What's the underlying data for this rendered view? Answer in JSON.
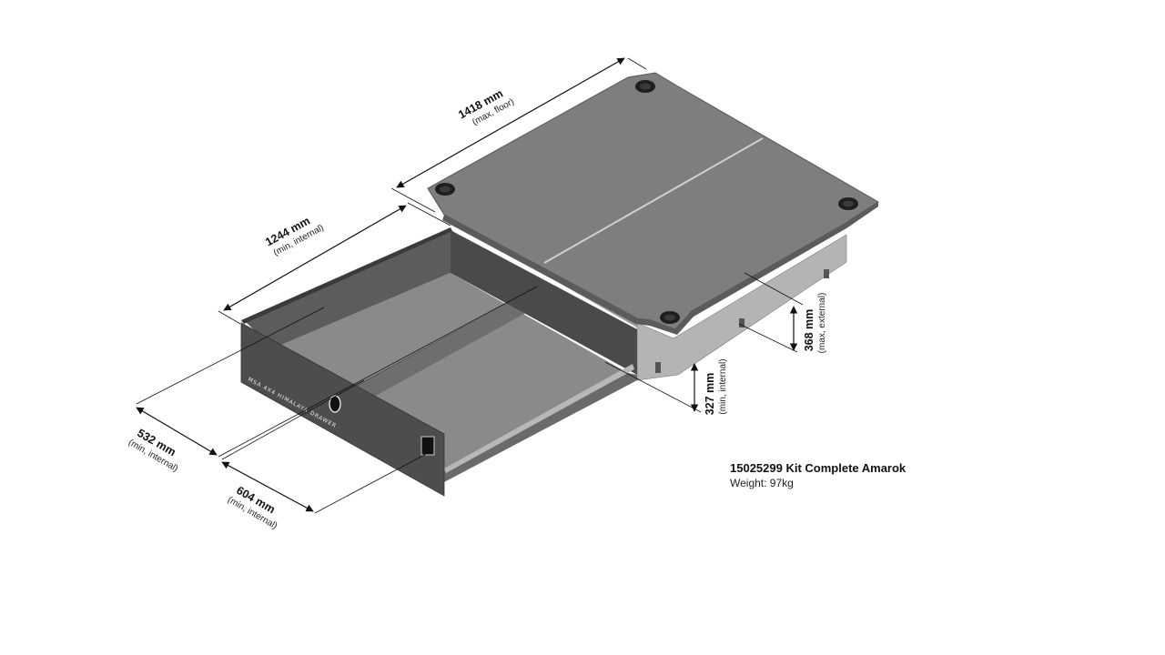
{
  "dimensions": {
    "floor_length": {
      "value": "1418 mm",
      "note": "(max, floor)"
    },
    "drawer_length": {
      "value": "1244 mm",
      "note": "(min, internal)"
    },
    "external_height": {
      "value": "368 mm",
      "note": "(max, external)"
    },
    "internal_height": {
      "value": "327 mm",
      "note": "(min, internal)"
    },
    "drawer_width_left": {
      "value": "532 mm",
      "note": "(min, internal)"
    },
    "drawer_width_right": {
      "value": "604 mm",
      "note": "(min, internal)"
    }
  },
  "branding": {
    "text": "MSA  4X4  HIMALAYA  DRAWER"
  },
  "product": {
    "title": "15025299 Kit Complete Amarok",
    "weight": "Weight: 97kg"
  },
  "colors": {
    "floor_top": "#7d7d7d",
    "floor_edge": "#5a5a5a",
    "drawer_face": "#4e4e4e",
    "drawer_inner": "#6a6a6a",
    "drawer_bottom": "#858585",
    "dimension_line": "#111111"
  }
}
